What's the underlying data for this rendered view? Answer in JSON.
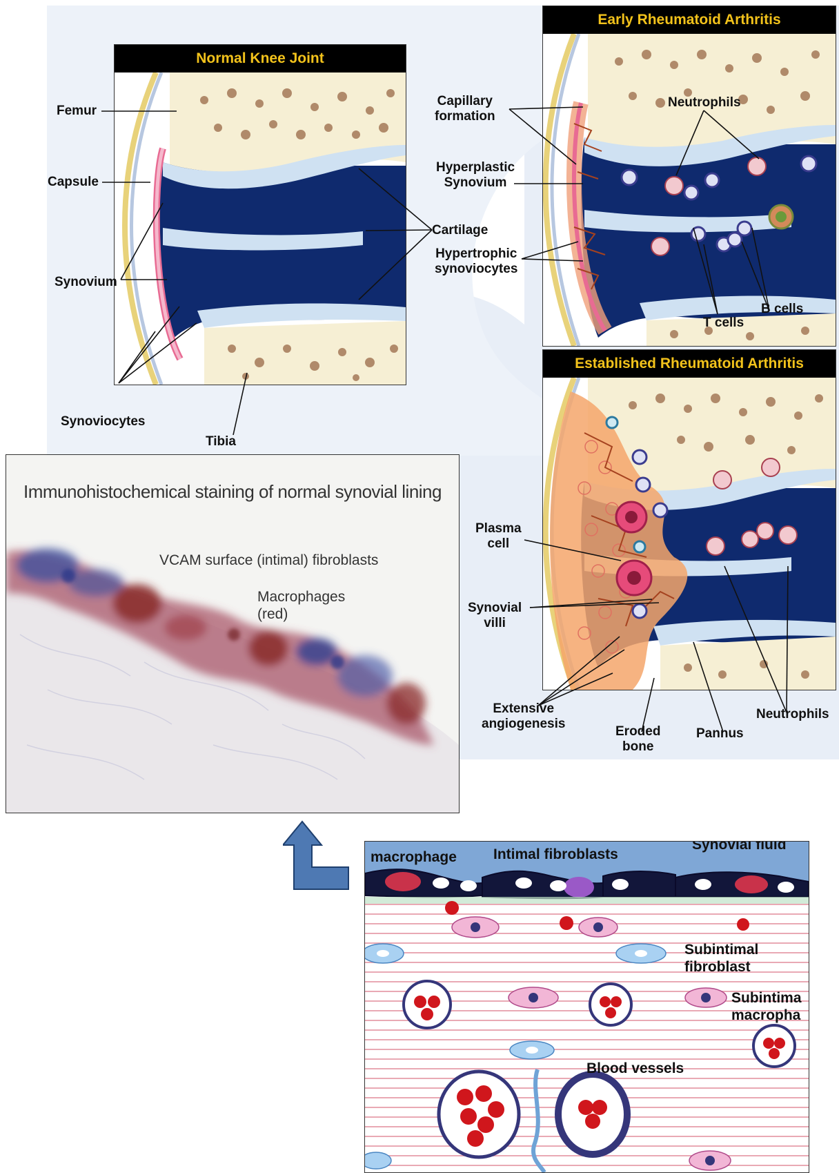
{
  "panels": {
    "normal": {
      "title": "Normal Knee Joint",
      "labels": {
        "femur": "Femur",
        "capsule": "Capsule",
        "synovium": "Synovium",
        "synoviocytes": "Synoviocytes",
        "tibia": "Tibia",
        "cartilage": "Cartilage"
      }
    },
    "early": {
      "title": "Early Rheumatoid Arthritis",
      "labels": {
        "capillary": "Capillary\nformation",
        "hyperplastic": "Hyperplastic\nSynovium",
        "hypertrophic": "Hypertrophic\nsynoviocytes",
        "neutrophils": "Neutrophils",
        "t_cells": "T cells",
        "b_cells": "B cells"
      }
    },
    "established": {
      "title": "Established Rheumatoid Arthritis",
      "labels": {
        "plasma": "Plasma\ncell",
        "villi": "Synovial\nvilli",
        "angio": "Extensive\nangiogenesis",
        "eroded": "Eroded\nbone",
        "pannus": "Pannus",
        "neutrophils": "Neutrophils"
      }
    }
  },
  "histology": {
    "title": "Immunohistochemical staining of normal synovial lining",
    "vcam": "VCAM surface (intimal) fibroblasts",
    "macrophages": "Macrophages\n(red)"
  },
  "schematic": {
    "labels": {
      "macrophage": "macrophage",
      "intimal": "Intimal fibroblasts",
      "fluid": "Synovial fluid",
      "sub_fibro": "Subintimal\nfibroblast",
      "sub_macro": "Subintima\nmacropha",
      "vessels": "Blood vessels"
    }
  },
  "colors": {
    "title_bg": "#000000",
    "title_text": "#f2c21b",
    "joint_space": "#0f2a6e",
    "cartilage": "#cfe1f2",
    "bone": "#f6efd4",
    "arrow": "#4e79b3"
  }
}
